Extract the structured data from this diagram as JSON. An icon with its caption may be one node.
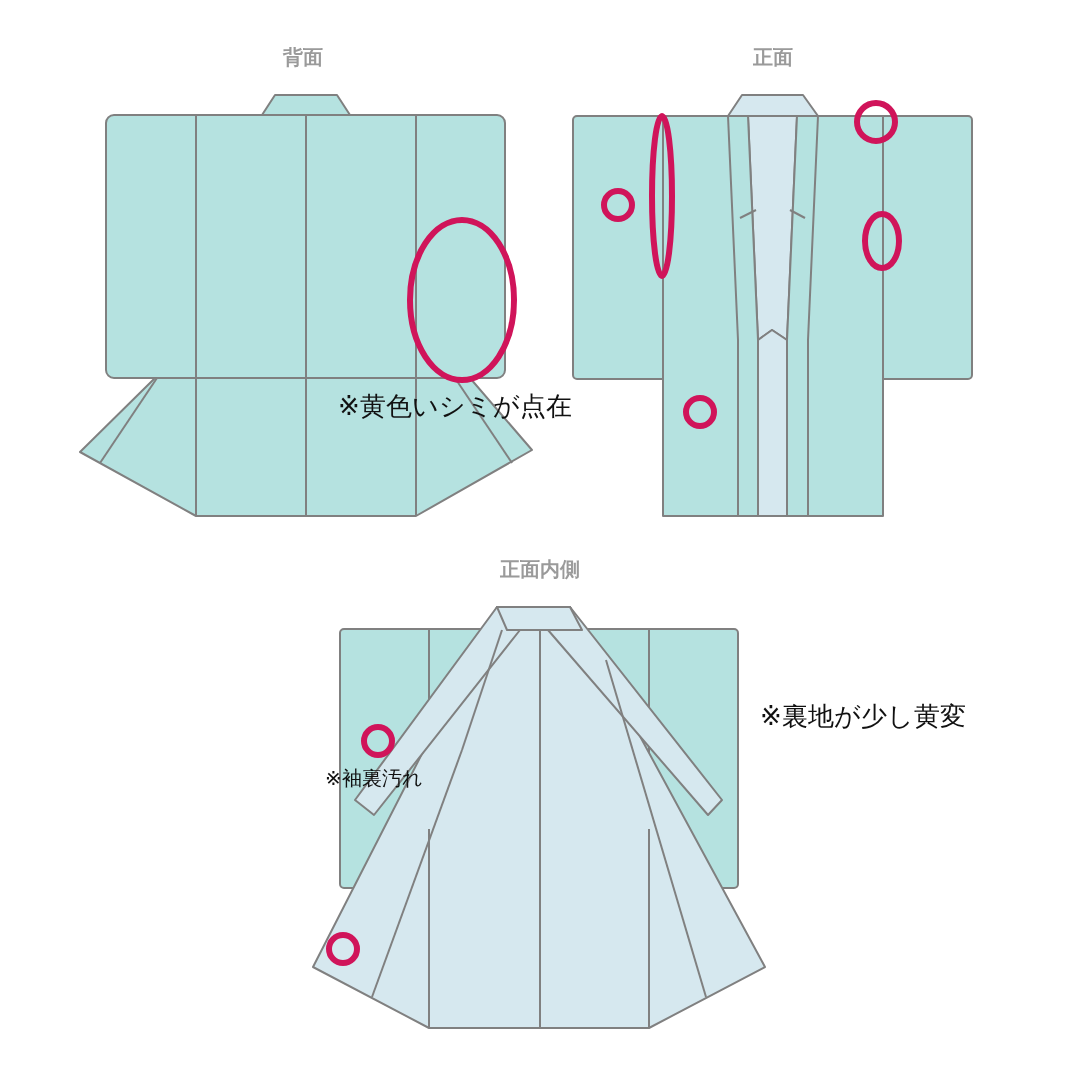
{
  "diagram": {
    "labels": [
      "背面",
      "正面",
      "※黄色いシミが点在",
      "正面内側",
      "※裏地が少し黄変",
      "※袖裏汚れ"
    ]
  }
}
